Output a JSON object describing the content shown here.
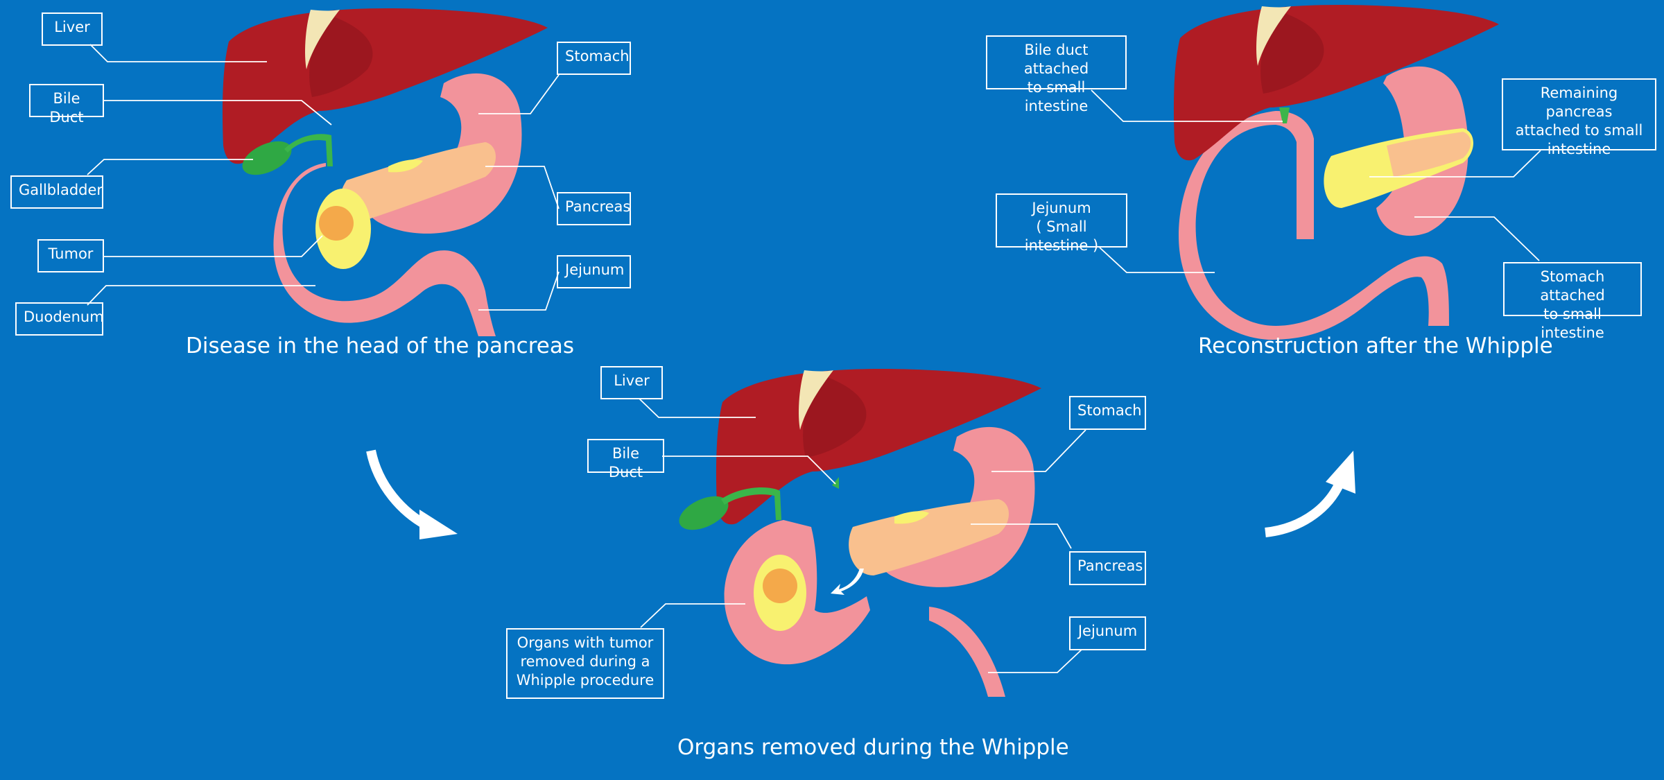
{
  "colors": {
    "background": "#0573c2",
    "liver": "#b01c24",
    "liver_dark": "#8c141b",
    "gallbladder": "#2fa844",
    "bile_duct": "#3bb54a",
    "intestine": "#f2939b",
    "intestine_dark": "#e8788a",
    "pancreas": "#f9c08e",
    "pancreas_yellow": "#f8f170",
    "tumor": "#f4a94a",
    "label_line": "#ffffff"
  },
  "panels": {
    "disease": {
      "caption": "Disease in the head of the pancreas",
      "labels": {
        "liver": "Liver",
        "bile_duct": "Bile Duct",
        "gallbladder": "Gallbladder",
        "tumor": "Tumor",
        "duodenum": "Duodenum",
        "stomach": "Stomach",
        "pancreas": "Pancreas",
        "jejunum": "Jejunum"
      }
    },
    "removed": {
      "caption": "Organs removed during the Whipple",
      "labels": {
        "liver": "Liver",
        "bile_duct": "Bile Duct",
        "organs_removed": "Organs with tumor\nremoved during a\nWhipple procedure",
        "stomach": "Stomach",
        "pancreas": "Pancreas",
        "jejunum": "Jejunum"
      }
    },
    "reconstruction": {
      "caption": "Reconstruction after the Whipple",
      "labels": {
        "bile_duct_attached": "Bile duct attached\nto small intestine",
        "jejunum": "Jejunum\n( Small intestine )",
        "pancreas_attached": "Remaining pancreas\nattached to small\nintestine",
        "stomach_attached": "Stomach attached\nto small intestine"
      }
    }
  },
  "arrows": [
    "arrow-down-right-icon",
    "arrow-up-right-icon"
  ]
}
